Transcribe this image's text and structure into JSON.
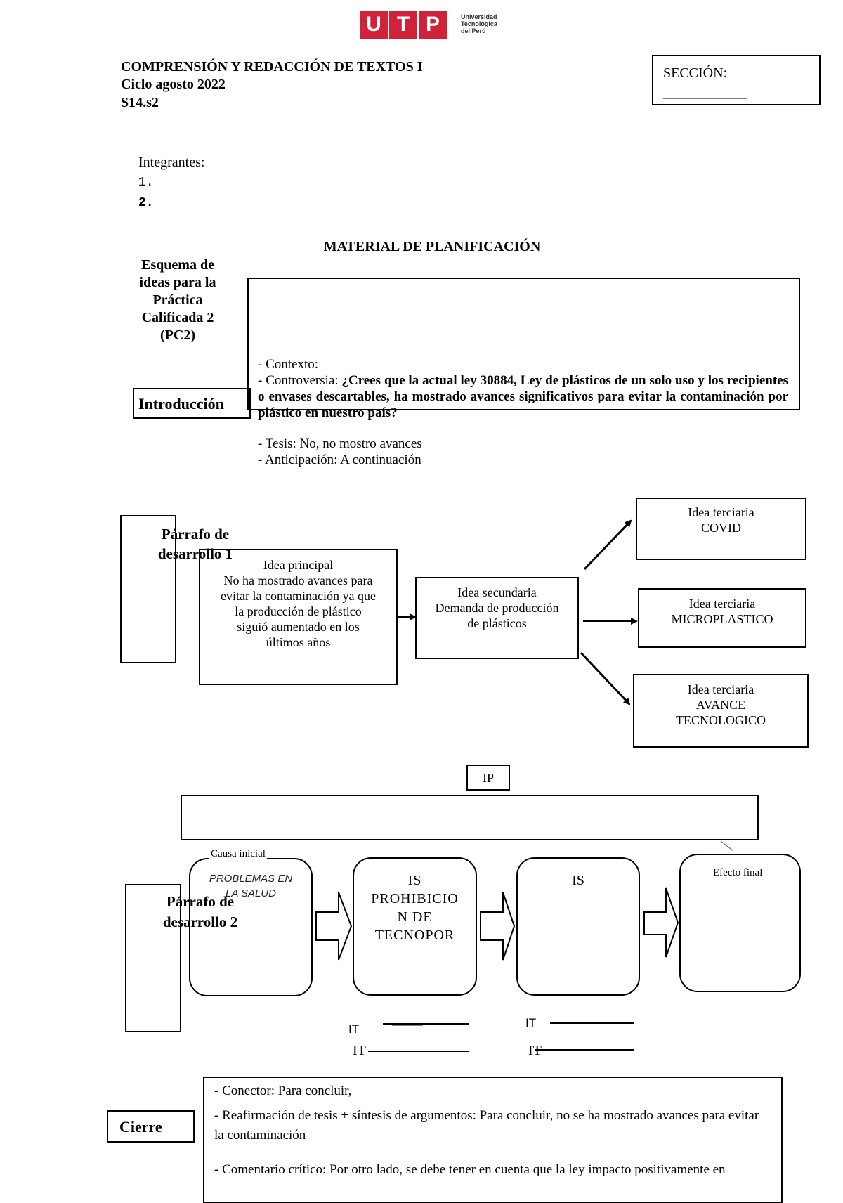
{
  "logo": {
    "letters": [
      "U",
      "T",
      "P"
    ],
    "name_lines": [
      "Universidad",
      "Tecnológica",
      "del Perú"
    ],
    "brand_color": "#D0233A"
  },
  "header": {
    "course": "COMPRENSIÓN Y REDACCIÓN DE TEXTOS I",
    "cycle": "Ciclo agosto 2022",
    "session": "S14.s2",
    "section_label": "SECCIÓN:",
    "section_blank": "____________"
  },
  "members": {
    "label": "Integrantes:",
    "items": [
      "1.",
      "2."
    ]
  },
  "material_title": "MATERIAL DE PLANIFICACIÓN",
  "esquema_label": [
    "Esquema de",
    "ideas para la",
    "Práctica",
    "Calificada 2",
    "(PC2)"
  ],
  "intro": {
    "label": "Introducción",
    "context": "- Contexto:",
    "controversy_prefix": "- Controversia: ",
    "controversy_question": "¿Crees que la actual ley 30884, Ley de plásticos de un solo uso y los recipientes o envases descartables, ha mostrado avances significativos para evitar la contaminación por plástico en nuestro país?",
    "thesis": "- Tesis: No, no mostro avances",
    "anticipation": "- Anticipación: A continuación"
  },
  "dev1": {
    "label": [
      "Párrafo de",
      "desarrollo 1"
    ],
    "main_idea": [
      "Idea principal",
      "No ha mostrado avances para",
      "evitar la contaminación ya que",
      "la producción de plástico",
      "siguió aumentado en los",
      "últimos años"
    ],
    "secondary_idea": [
      "Idea secundaria",
      "Demanda de producción",
      "de plásticos"
    ],
    "tertiary_1": [
      "Idea terciaria",
      "COVID"
    ],
    "tertiary_2": [
      "Idea terciaria",
      "MICROPLASTICO"
    ],
    "tertiary_3": [
      "Idea terciaria",
      "AVANCE",
      "TECNOLOGICO"
    ]
  },
  "dev2": {
    "label": [
      "Párrafo de",
      "desarrollo 2"
    ],
    "ip_label": "IP",
    "initial_cause_label": "Causa inicial",
    "initial_cause_text": [
      "PROBLEMAS EN",
      "LA SALUD"
    ],
    "is_1": [
      "IS",
      "PROHIBICIO",
      "N DE",
      "TECNOPOR"
    ],
    "is_2": "IS",
    "final_effect_label": "Efecto final",
    "it_labels": [
      "IT",
      "IT",
      "IT",
      "IT"
    ]
  },
  "closing": {
    "label": "Cierre",
    "connector": "- Conector: Para concluir,",
    "reaffirmation": "- Reafirmación de tesis + síntesis de argumentos: Para concluir, no se ha mostrado avances para evitar la contaminación",
    "critical_comment": "- Comentario crítico: Por otro lado, se debe tener en cuenta que la ley impacto positivamente en"
  }
}
